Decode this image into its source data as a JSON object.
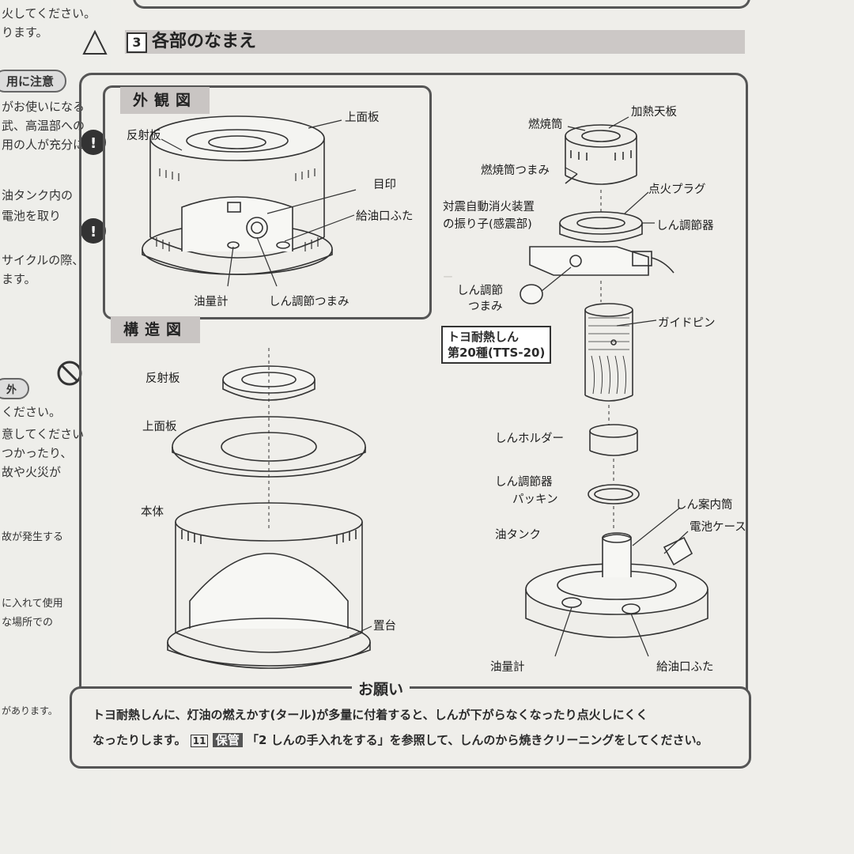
{
  "left_page": {
    "lines": [
      "火してください。",
      "ります。",
      "用に注意",
      "がお使いになる",
      "武、高温部への",
      "用の人が充分に",
      "油タンク内の",
      "電池を取り",
      "サイクルの際、",
      "ます。",
      "外",
      "ください。",
      "意してください",
      "つかったり、",
      "故や火災が",
      "故が発生する",
      "に入れて使用",
      "な場所での",
      "があります。"
    ],
    "icon_labels": [
      "注意",
      "指示",
      "指示",
      "使用禁止"
    ]
  },
  "section": {
    "number": "3",
    "title": "各部のなまえ"
  },
  "gaikan": {
    "title": "外観図",
    "labels": {
      "hanshaban": "反射板",
      "jomenban": "上面板",
      "mejirushi": "目印",
      "kyuyuguchi": "給油口ふた",
      "yuryokei": "油量計",
      "shin_tsumami": "しん調節つまみ"
    }
  },
  "kozo": {
    "title": "構造図",
    "labels": {
      "hanshaban": "反射板",
      "jomenban": "上面板",
      "hontai": "本体",
      "okidai": "置台"
    }
  },
  "exploded": {
    "labels": {
      "nenshoto": "燃焼筒",
      "kanetsu": "加熱天板",
      "nenshoto_tsumami": "燃焼筒つまみ",
      "tenka_plug": "点火プラグ",
      "taishin_1": "対震自動消火装置",
      "taishin_2": "の振り子(感震部)",
      "shin_chosetsuki": "しん調節器",
      "shin_tsumami_1": "しん調節",
      "shin_tsumami_2": "つまみ",
      "guide_pin": "ガイドピン",
      "shin_name_1": "トヨ耐熱しん",
      "shin_name_2": "第20種(TTS-20)",
      "shin_holder": "しんホルダー",
      "packing_1": "しん調節器",
      "packing_2": "パッキン",
      "annaito": "しん案内筒",
      "denchi": "電池ケース",
      "tank": "油タンク",
      "yuryokei": "油量計",
      "kyuyuguchi": "給油口ふた"
    }
  },
  "notice": {
    "title": "お願い",
    "line1": "トヨ耐熱しんに、灯油の燃えかす(タール)が多量に付着すると、しんが下がらなくなったり点火しにくく",
    "line2_a": "なったりします。",
    "line2_num": "11",
    "line2_tag": "保管",
    "line2_b": "「2 しんの手入れをする」を参照して、しんのから焼きクリーニングをしてください。"
  },
  "colors": {
    "tag_bg": "#c9c5c3",
    "line": "#555555",
    "paper": "#efeeea"
  }
}
